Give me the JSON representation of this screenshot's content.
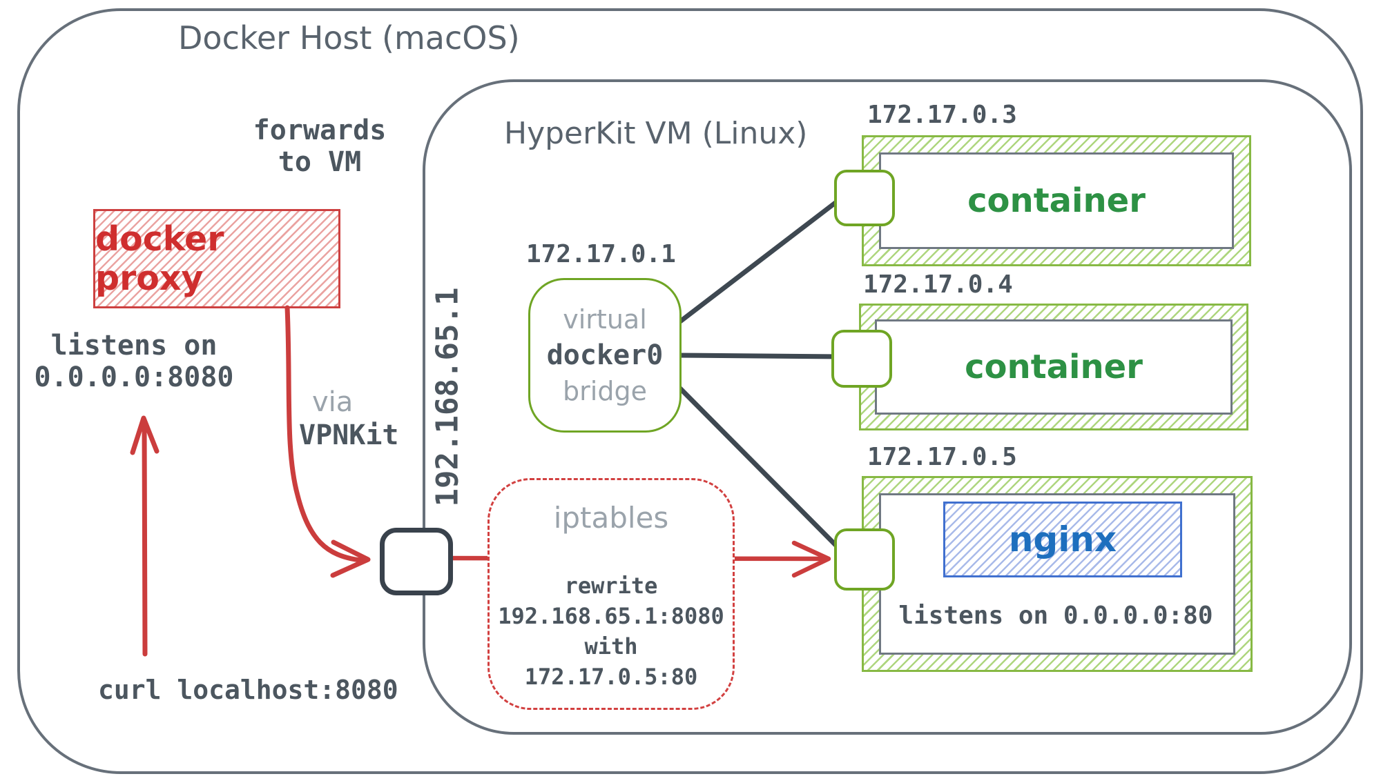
{
  "diagram": {
    "host": {
      "title": "Docker Host (macOS)"
    },
    "vm": {
      "title": "HyperKit VM (Linux)",
      "ip_label": "192.168.65.1"
    },
    "proxy": {
      "label": "docker proxy",
      "forwards_line1": "forwards",
      "forwards_line2": "to VM",
      "listens_line1": "listens on",
      "listens_line2": "0.0.0.0:8080"
    },
    "curl_command": "curl localhost:8080",
    "vpnkit": {
      "line1": "via",
      "line2": "VPNKit"
    },
    "bridge": {
      "ip": "172.17.0.1",
      "line1": "virtual",
      "line2": "docker0",
      "line3": "bridge"
    },
    "iptables": {
      "title": "iptables",
      "line1": "rewrite",
      "line2": "192.168.65.1:8080",
      "line3": "with",
      "line4": "172.17.0.5:80"
    },
    "containers": [
      {
        "ip": "172.17.0.3",
        "label": "container"
      },
      {
        "ip": "172.17.0.4",
        "label": "container"
      },
      {
        "ip": "172.17.0.5",
        "app": "nginx",
        "note": "listens on 0.0.0.0:80"
      }
    ],
    "colors": {
      "stroke_gray": "#67707a",
      "text_dark": "#4c565f",
      "text_muted": "#9aa3ab",
      "accent_red": "#cb3d3d",
      "green_border": "#87b944",
      "green_node": "#6fa524",
      "container_text_green": "#2d9144",
      "nginx_blue": "#1e6fbe",
      "nginx_border_blue": "#4070cf"
    }
  }
}
